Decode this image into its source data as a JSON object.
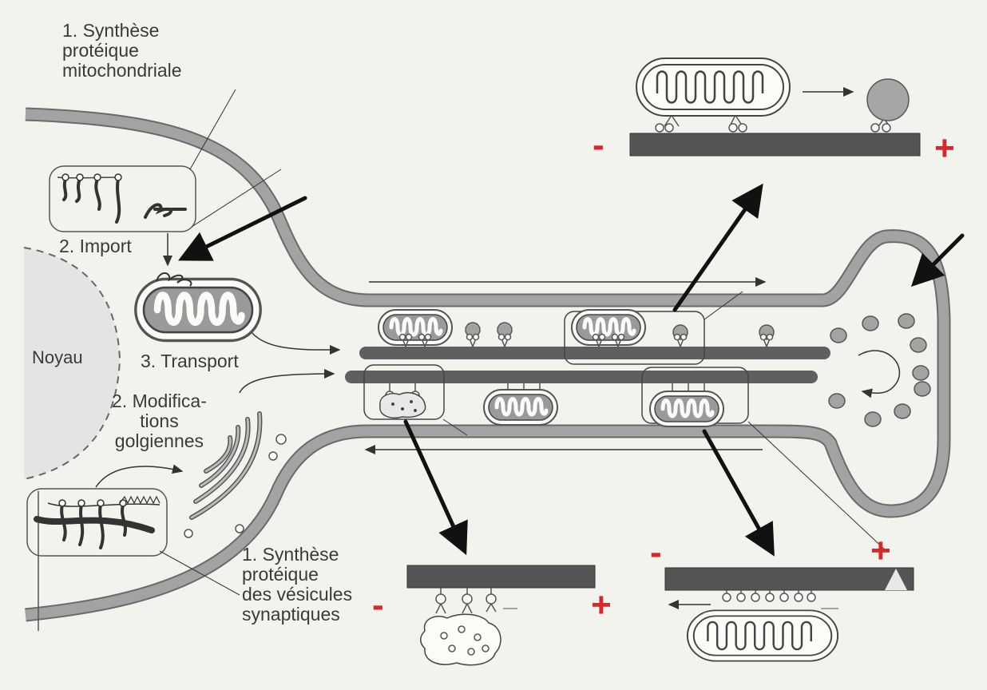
{
  "labels": {
    "synthese_mito": [
      "1. Synthèse",
      "protéique",
      "mitochondriale"
    ],
    "import": "2. Import",
    "noyau": "Noyau",
    "transport": "3. Transport",
    "modifications": [
      "2. Modifica-",
      "tions",
      "golgiennes"
    ],
    "synthese_vesicules": [
      "1. Synthèse",
      "protéique",
      "des vésicules",
      "synaptiques"
    ]
  },
  "polarity": {
    "minus": "-",
    "plus": "+"
  },
  "colors": {
    "background": "#f3f3ee",
    "membrane": "#9c9c9c",
    "microtubule": "#5f5f5f",
    "polarity_sign": "#d8262a",
    "arrow": "#111111"
  }
}
